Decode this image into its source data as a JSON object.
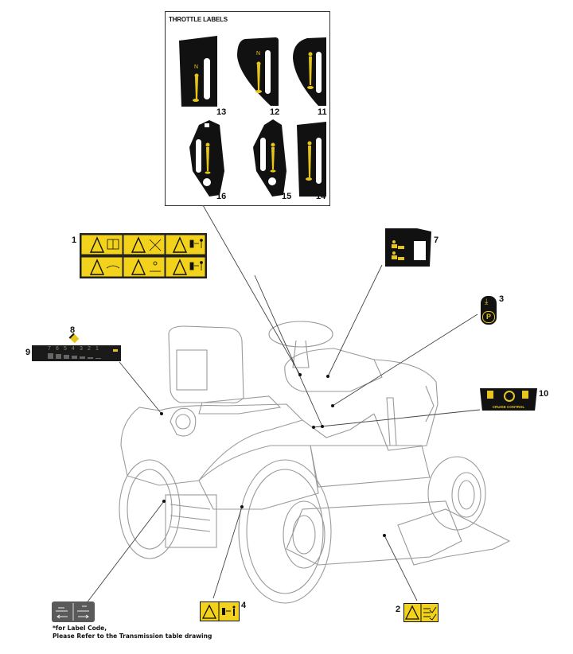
{
  "throttle_panel": {
    "title": "THROTTLE LABELS",
    "labels": [
      {
        "id": "13",
        "label": "13",
        "shape": "trapezoid",
        "has_neutral_N": true
      },
      {
        "id": "12",
        "label": "12",
        "shape": "rounded-left",
        "has_neutral_N": true
      },
      {
        "id": "11",
        "label": "11",
        "shape": "rounded-left",
        "has_neutral_N": false
      },
      {
        "id": "16",
        "label": "16",
        "shape": "octagon-slot-left",
        "has_neutral_N": false
      },
      {
        "id": "15",
        "label": "15",
        "shape": "octagon-slot-left",
        "has_neutral_N": false
      },
      {
        "id": "14",
        "label": "14",
        "shape": "trapezoid",
        "has_neutral_N": false
      }
    ],
    "neutral_glyph": "N"
  },
  "callouts": {
    "c1": {
      "label": "1",
      "desc": "safety-warning-decal-6-panel"
    },
    "c2": {
      "label": "2",
      "desc": "warning-decal-deck"
    },
    "c3": {
      "label": "3",
      "desc": "parking-brake-decal"
    },
    "c4": {
      "label": "4",
      "desc": "warning-decal-rear"
    },
    "c7": {
      "label": "7",
      "desc": "pedal-decal"
    },
    "c8": {
      "label": "8",
      "desc": "diamond-indicator"
    },
    "c9": {
      "label": "9",
      "desc": "height-adjust-decal"
    },
    "c10": {
      "label": "10",
      "desc": "cruise-control-decal"
    }
  },
  "decal9": {
    "digits": [
      "7",
      "6",
      "5",
      "4",
      "3",
      "2",
      "1"
    ]
  },
  "decal3": {
    "symbol": "P"
  },
  "decal10": {
    "text": "CRUISE CONTROL"
  },
  "note": {
    "line1": "*for Label Code,",
    "line2": "Please Refer to the Transmission table drawing"
  },
  "colors": {
    "decal_yellow": "#f2d21a",
    "decal_black": "#111111",
    "line_gray": "#777777",
    "trans_gray": "#5a5a5a"
  }
}
